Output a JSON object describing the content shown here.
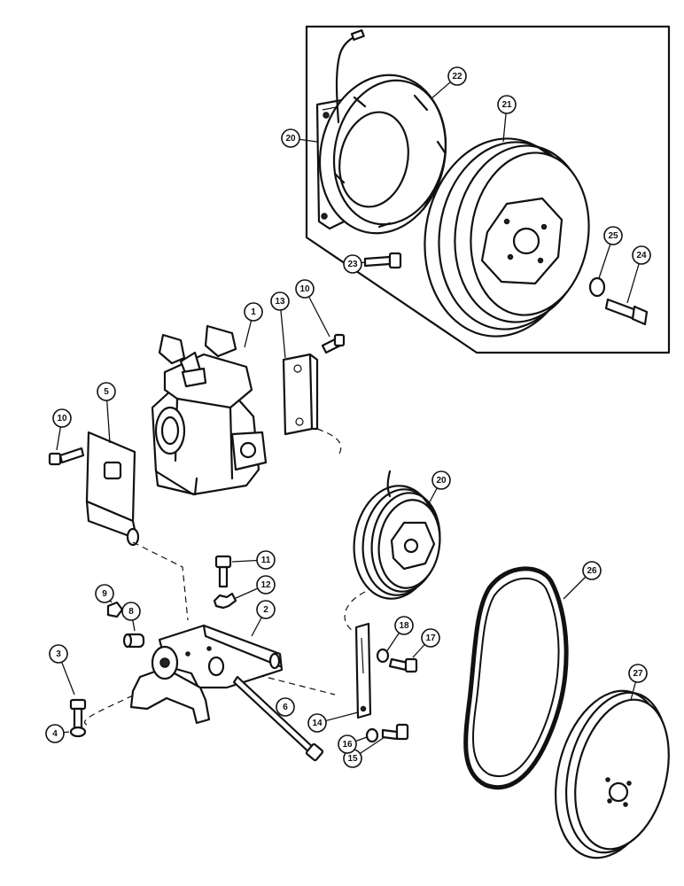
{
  "callouts": [
    {
      "id": "c1",
      "label": "1"
    },
    {
      "id": "c2",
      "label": "2"
    },
    {
      "id": "c3",
      "label": "3"
    },
    {
      "id": "c4",
      "label": "4"
    },
    {
      "id": "c5",
      "label": "5"
    },
    {
      "id": "c6",
      "label": "6"
    },
    {
      "id": "c8",
      "label": "8"
    },
    {
      "id": "c9",
      "label": "9"
    },
    {
      "id": "c10a",
      "label": "10"
    },
    {
      "id": "c10b",
      "label": "10"
    },
    {
      "id": "c11",
      "label": "11"
    },
    {
      "id": "c12",
      "label": "12"
    },
    {
      "id": "c13",
      "label": "13"
    },
    {
      "id": "c14",
      "label": "14"
    },
    {
      "id": "c15",
      "label": "15"
    },
    {
      "id": "c16",
      "label": "16"
    },
    {
      "id": "c17",
      "label": "17"
    },
    {
      "id": "c18",
      "label": "18"
    },
    {
      "id": "c20a",
      "label": "20"
    },
    {
      "id": "c20b",
      "label": "20"
    },
    {
      "id": "c21",
      "label": "21"
    },
    {
      "id": "c22",
      "label": "22"
    },
    {
      "id": "c23",
      "label": "23"
    },
    {
      "id": "c24",
      "label": "24"
    },
    {
      "id": "c25",
      "label": "25"
    },
    {
      "id": "c26",
      "label": "26"
    },
    {
      "id": "c27",
      "label": "27"
    }
  ]
}
